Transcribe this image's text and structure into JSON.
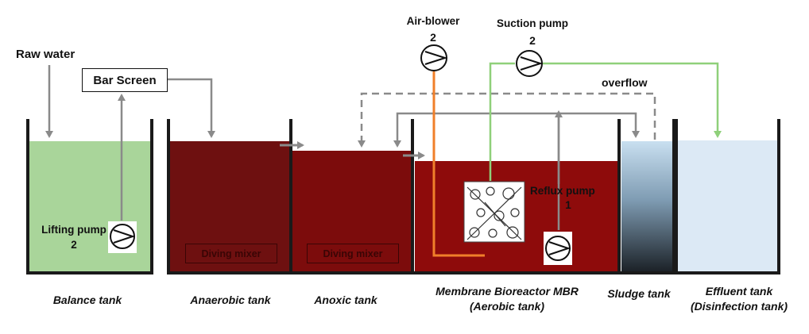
{
  "labels": {
    "raw_water": "Raw water",
    "bar_screen": "Bar Screen",
    "air_blower": "Air-blower",
    "air_blower_count": "2",
    "suction_pump": "Suction pump",
    "suction_pump_count": "2",
    "overflow": "overflow",
    "lifting_pump": "Lifting pump",
    "lifting_pump_count": "2",
    "reflux_pump": "Reflux pump",
    "reflux_pump_count": "1",
    "diving_mixer_1": "Diving mixer",
    "diving_mixer_2": "Diving mixer"
  },
  "tanks": {
    "balance": "Balance tank",
    "anaerobic": "Anaerobic tank",
    "anoxic": "Anoxic tank",
    "mbr_line1": "Membrane Bioreactor MBR",
    "mbr_line2": "(Aerobic tank)",
    "sludge": "Sludge tank",
    "effluent_line1": "Effluent tank",
    "effluent_line2": "(Disinfection tank)"
  },
  "colors": {
    "balance_water": "#a9d59a",
    "anaerobic_water": "#6e1010",
    "anoxic_water": "#7c0c0c",
    "mbr_water": "#8e0b0b",
    "effluent_water": "#dce9f5",
    "air_line": "#f07f2a",
    "suction_line": "#8fd07a",
    "pipe_gray": "#8a8a8a",
    "wall": "#1a1a1a"
  }
}
